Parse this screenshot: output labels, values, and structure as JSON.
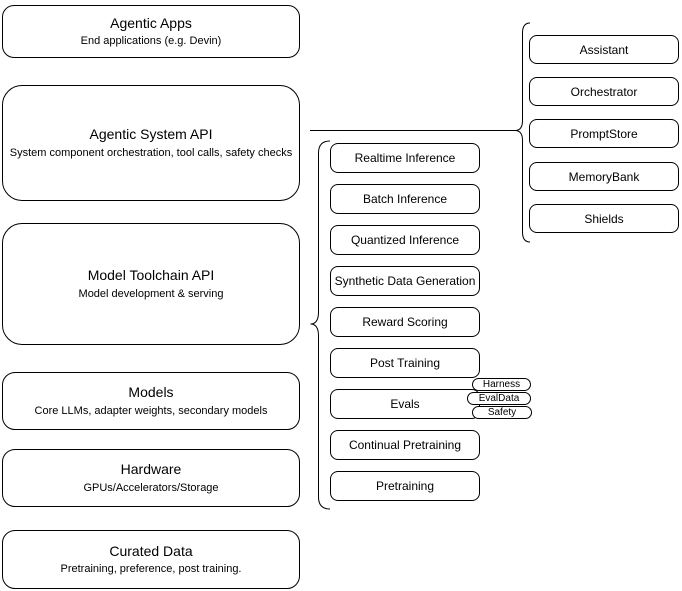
{
  "stack": [
    {
      "title": "Agentic Apps",
      "subtitle": "End applications (e.g. Devin)"
    },
    {
      "title": "Agentic System API",
      "subtitle": "System component orchestration, tool calls, safety checks"
    },
    {
      "title": "Model Toolchain API",
      "subtitle": "Model development & serving"
    },
    {
      "title": "Models",
      "subtitle": "Core LLMs, adapter weights, secondary models"
    },
    {
      "title": "Hardware",
      "subtitle": "GPUs/Accelerators/Storage"
    },
    {
      "title": "Curated Data",
      "subtitle": "Pretraining, preference, post training."
    }
  ],
  "toolchain": [
    "Realtime Inference",
    "Batch Inference",
    "Quantized Inference",
    "Synthetic Data Generation",
    "Reward Scoring",
    "Post Training",
    "Evals",
    "Continual Pretraining",
    "Pretraining"
  ],
  "eval_tags": [
    "Harness",
    "EvalData",
    "Safety"
  ],
  "components": [
    "Assistant",
    "Orchestrator",
    "PromptStore",
    "MemoryBank",
    "Shields"
  ],
  "colors": {
    "stroke": "#000000",
    "fill": "#ffffff",
    "background": "#ffffff"
  }
}
